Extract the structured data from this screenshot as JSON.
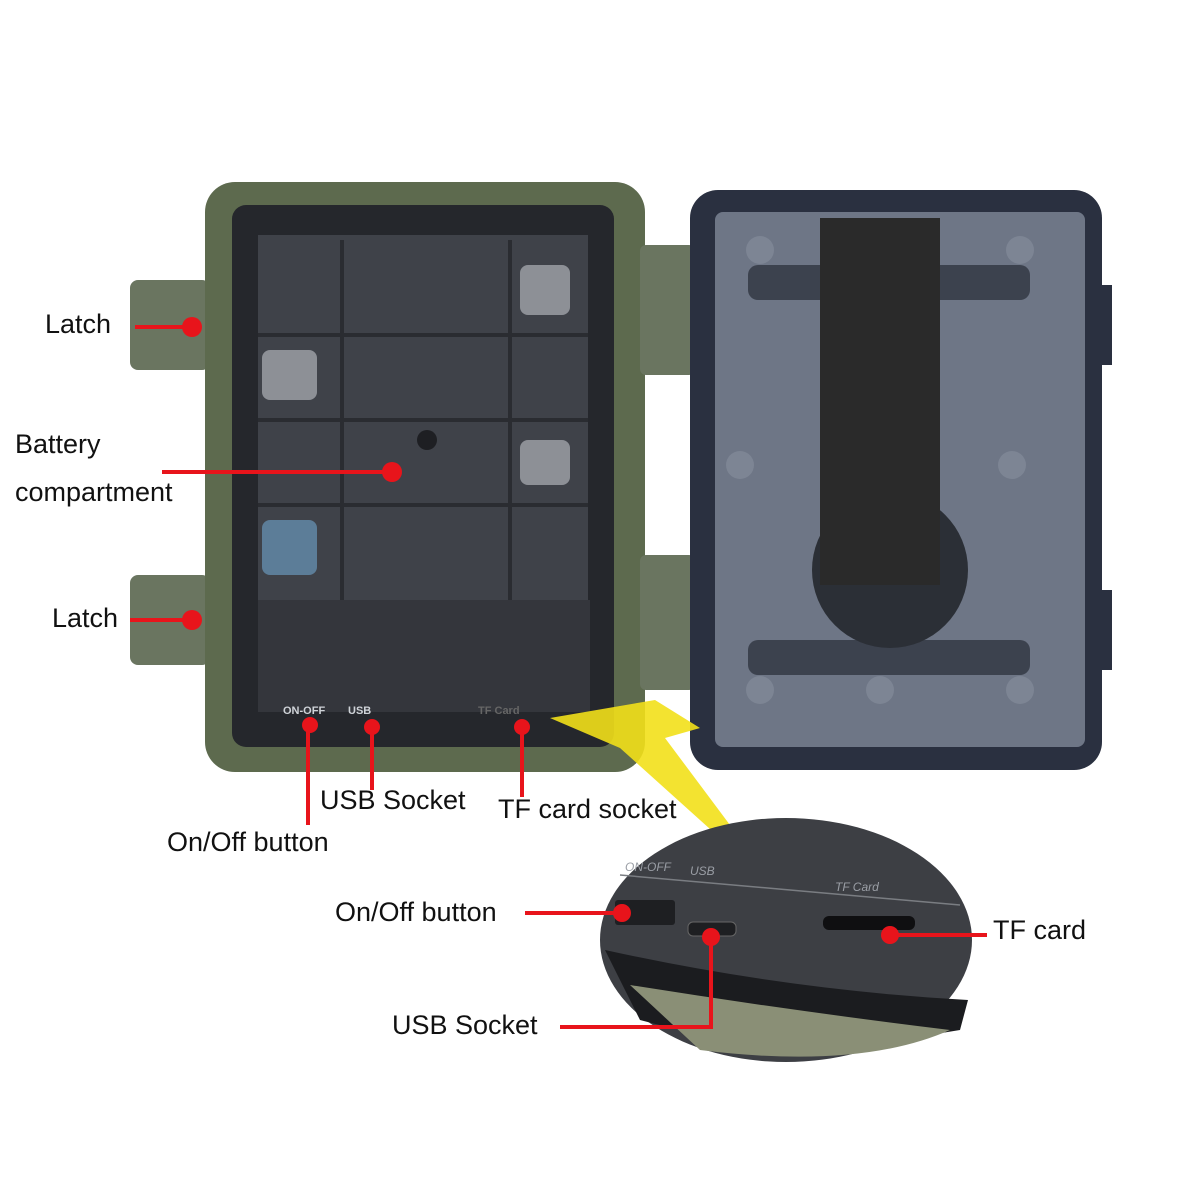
{
  "labels": {
    "latch_top": "Latch",
    "battery_line1": "Battery",
    "battery_line2": "compartment",
    "latch_bottom": "Latch",
    "usb_socket": "USB Socket",
    "tf_card_socket": "TF card socket",
    "on_off_button": "On/Off button",
    "inset_on_off_button": "On/Off button",
    "inset_tf_card": "TF card",
    "inset_usb_socket": "USB Socket"
  },
  "device_text": {
    "on_off": "ON-OFF",
    "usb": "USB",
    "tf_card": "TF Card"
  },
  "inset_text": {
    "on_off": "ON-OFF",
    "usb": "USB",
    "tf_card": "TF Card"
  },
  "colors": {
    "callout": "#e8141b",
    "arrow": "#f2e01a",
    "body": "#5d6a4e",
    "interior": "#3a3d44",
    "lid": "#6e7686"
  }
}
